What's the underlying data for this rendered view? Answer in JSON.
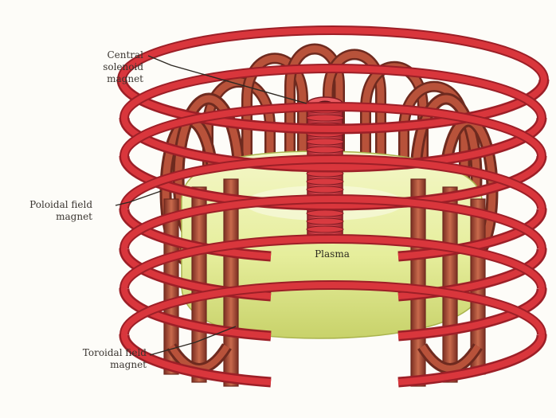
{
  "labels": {
    "central_solenoid": "Central\nsolenoid\nmagnet",
    "poloidal_field": "Poloidal field\nmagnet",
    "toroidal_field": "Toroidal field\nmagnet",
    "plasma": "Plasma"
  },
  "colors": {
    "background": "#fdfcf8",
    "poloidal_ring": "#d9363c",
    "poloidal_ring_shade": "#9c1f27",
    "toroidal_coil": "#b8523a",
    "toroidal_coil_dark": "#6e2a1f",
    "solenoid": "#d83a40",
    "plasma": "#ecf2a8",
    "plasma_shade": "#c9d36a",
    "leader_line": "#2d2822"
  }
}
